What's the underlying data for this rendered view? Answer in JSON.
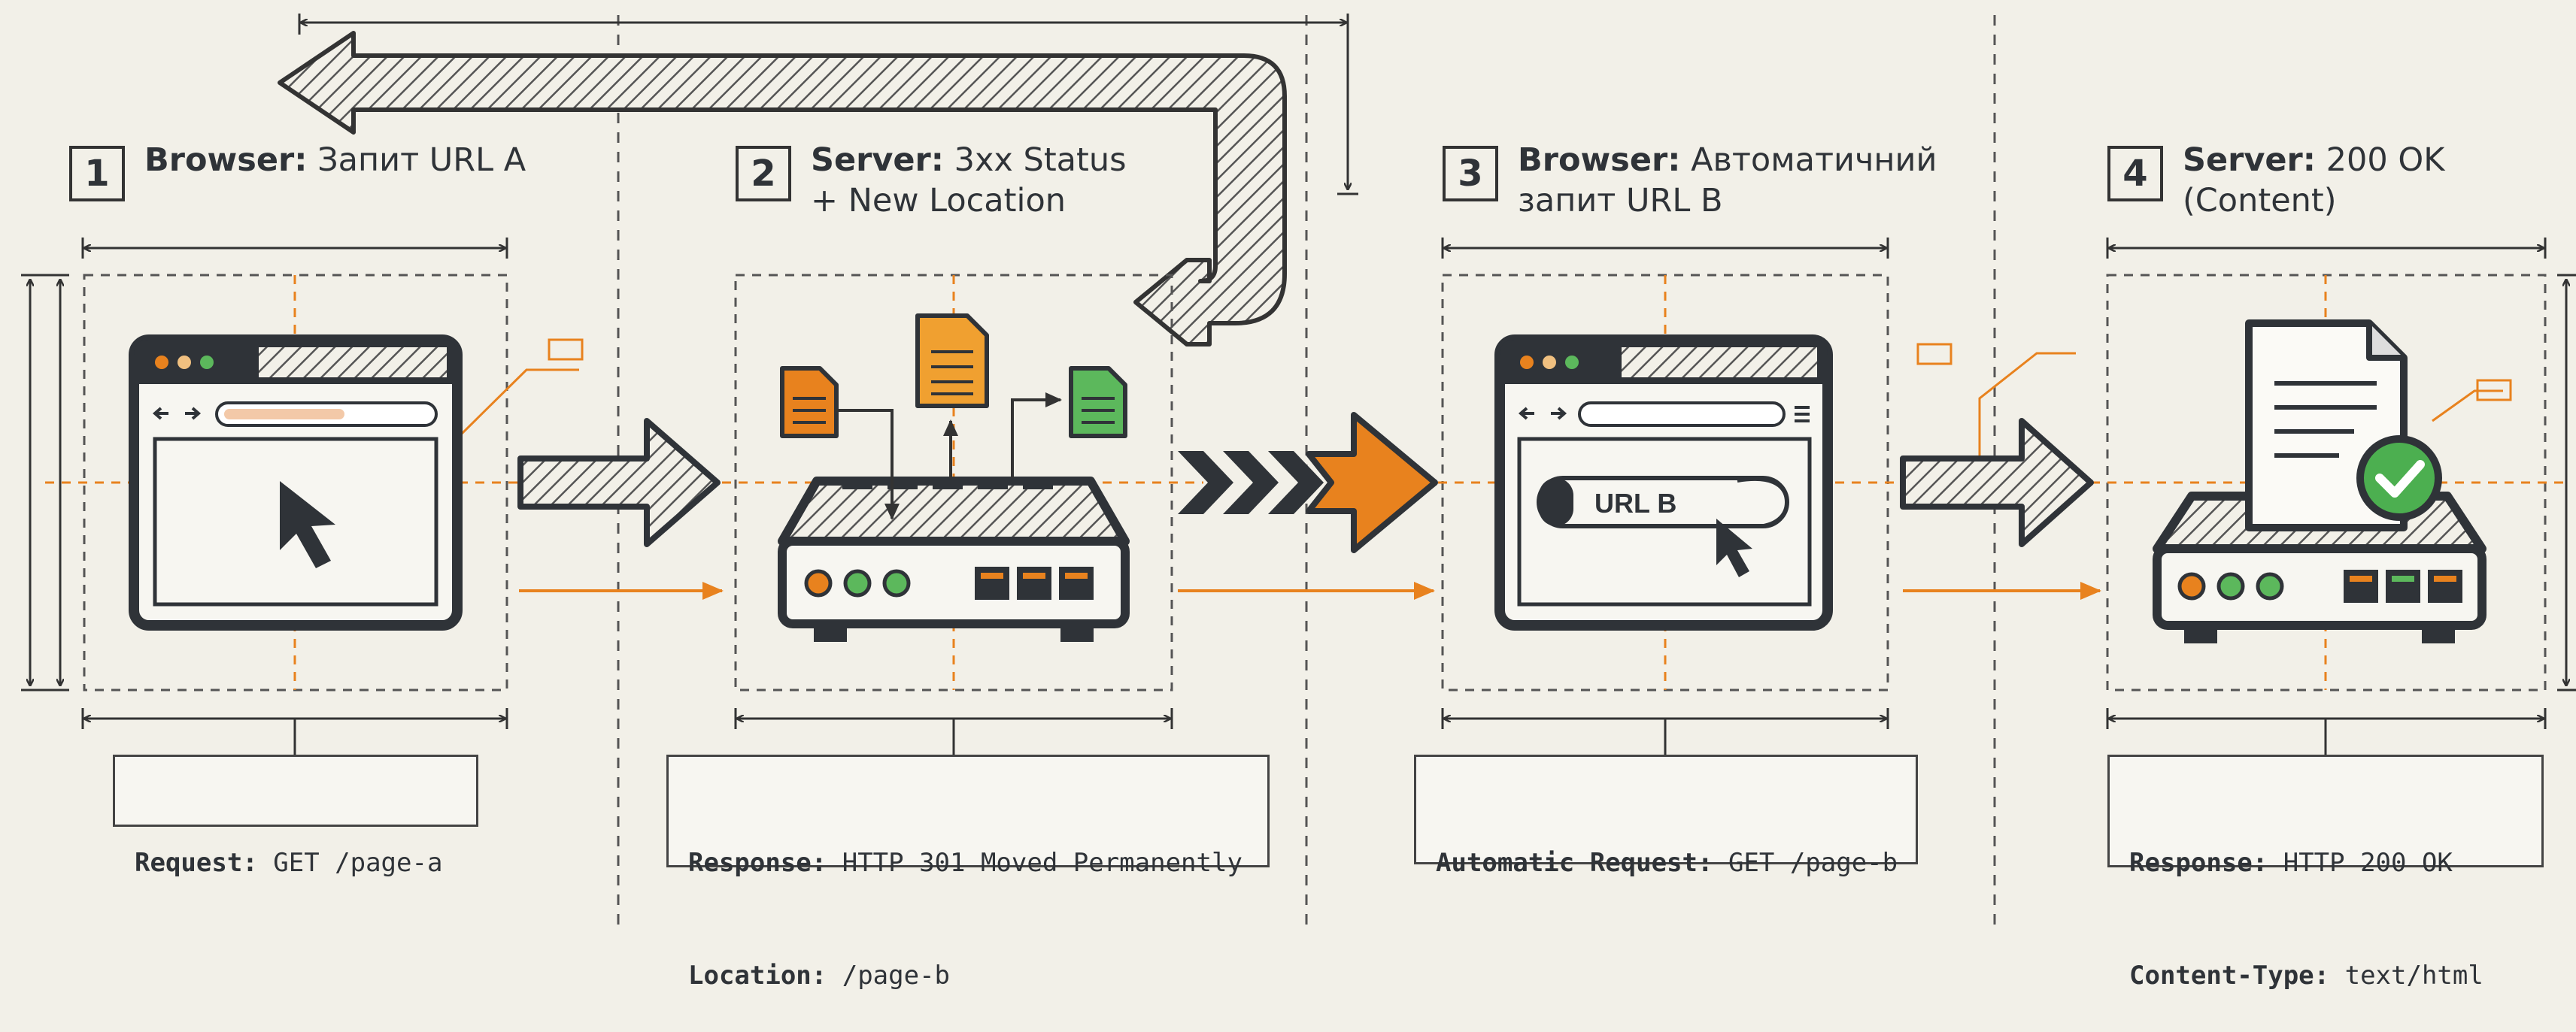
{
  "steps": [
    {
      "number": "1",
      "actor": "Browser:",
      "title_lines": [
        "Запит URL A"
      ],
      "caption": [
        {
          "label": "Request:",
          "value": "GET /page-a"
        }
      ]
    },
    {
      "number": "2",
      "actor": "Server:",
      "title_lines": [
        "3xx Status",
        "+ New Location"
      ],
      "caption": [
        {
          "label": "Response:",
          "value": "HTTP 301 Moved Permanently"
        },
        {
          "label": "Location:",
          "value": "/page-b"
        }
      ]
    },
    {
      "number": "3",
      "actor": "Browser:",
      "title_lines": [
        "Автоматичний",
        "запит URL B"
      ],
      "caption": [
        {
          "label": "Automatic Request:",
          "value": "GET /page-b"
        }
      ]
    },
    {
      "number": "4",
      "actor": "Server:",
      "title_lines": [
        "200 OK",
        "(Content)"
      ],
      "caption": [
        {
          "label": "Response:",
          "value": "HTTP 200 OK"
        },
        {
          "label": "Content-Type:",
          "value": "text/html"
        }
      ]
    }
  ],
  "address_bar_text": "URL B",
  "icons": [
    "browser-window-icon",
    "cursor-icon",
    "server-router-icon",
    "document-icon",
    "check-circle-icon",
    "redirect-arrow-icon"
  ],
  "colors": {
    "accent": "#e8821e",
    "green": "#4caf50",
    "ink": "#2f3338",
    "background": "#f2f0e8",
    "hatch": "#555555"
  }
}
